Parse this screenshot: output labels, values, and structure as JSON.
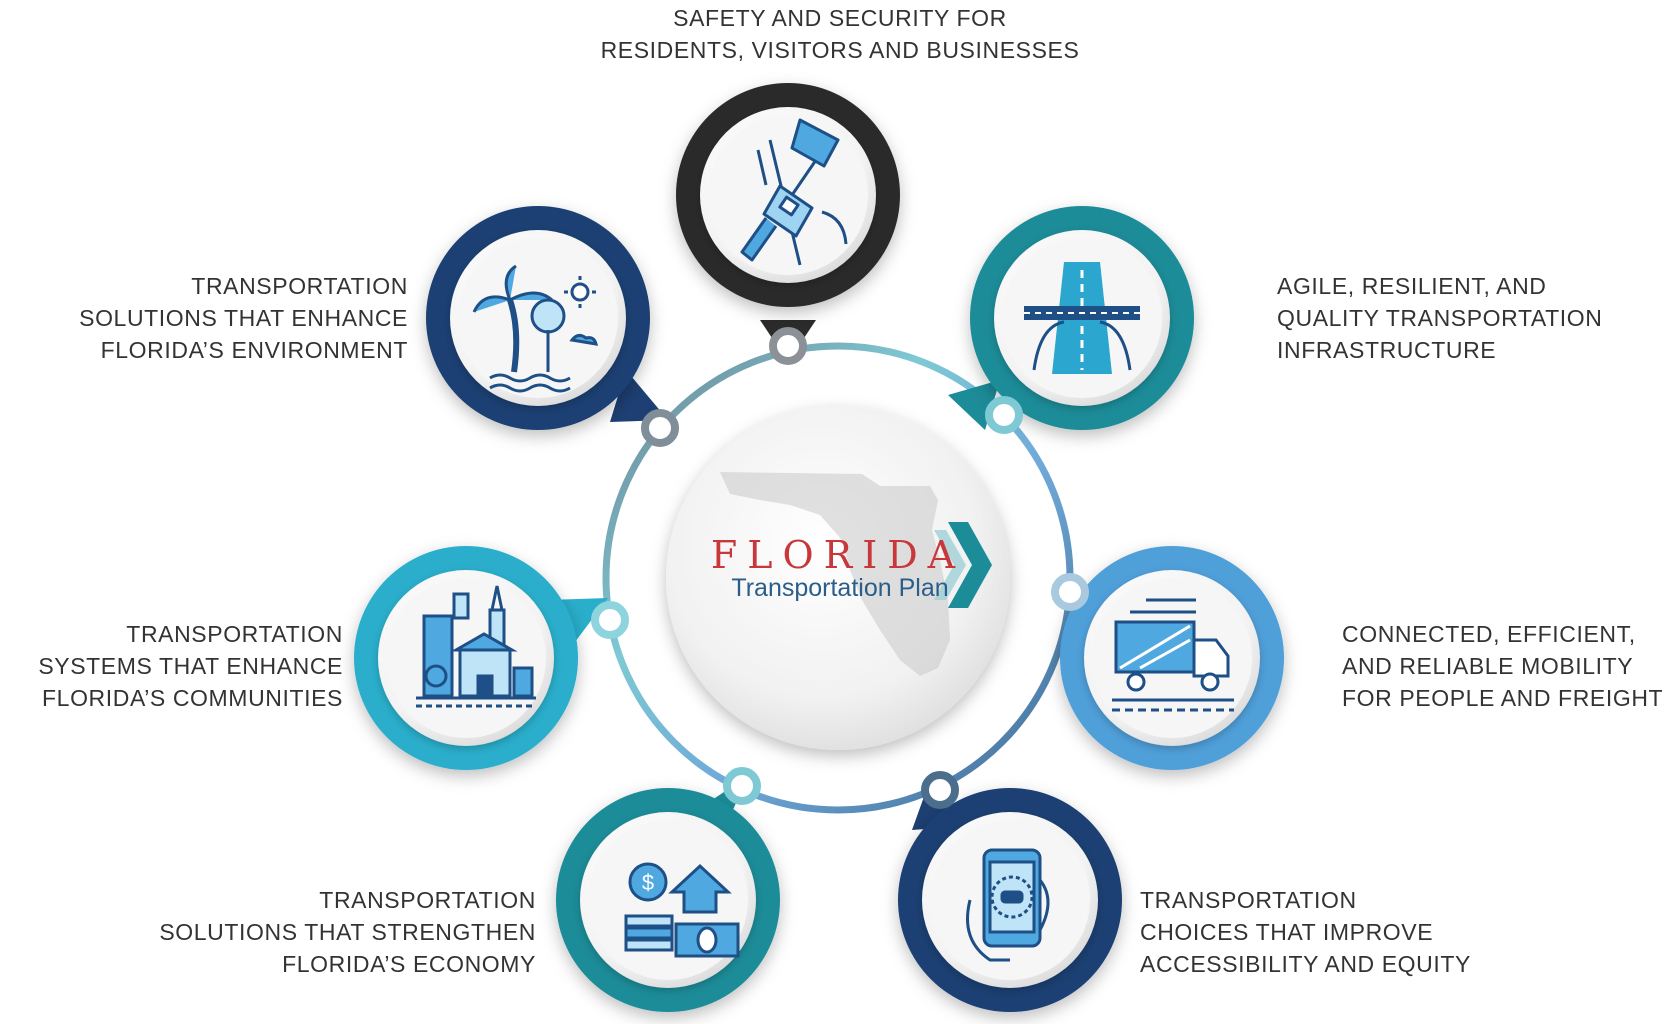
{
  "center": {
    "title": "FLORIDA",
    "subtitle": "Transportation Plan"
  },
  "colors": {
    "dark": "#2b2b2b",
    "teal": "#1c8c98",
    "navy": "#1d3f73",
    "sky": "#4f9fd9",
    "cyan": "#29aecb",
    "blue_icon": "#1e88c8",
    "text": "#333333"
  },
  "goals": [
    {
      "id": "safety",
      "icon": "seatbelt-icon",
      "lines": [
        "SAFETY AND SECURITY FOR",
        "RESIDENTS, VISITORS AND BUSINESSES"
      ]
    },
    {
      "id": "infrastructure",
      "icon": "highway-overpass-icon",
      "lines": [
        "AGILE, RESILIENT, AND",
        "QUALITY TRANSPORTATION",
        "INFRASTRUCTURE"
      ]
    },
    {
      "id": "mobility",
      "icon": "freight-truck-icon",
      "lines": [
        "CONNECTED, EFFICIENT,",
        "AND RELIABLE MOBILITY",
        "FOR PEOPLE AND FREIGHT"
      ]
    },
    {
      "id": "accessibility",
      "icon": "smartphone-ride-icon",
      "lines": [
        "TRANSPORTATION",
        "CHOICES THAT IMPROVE",
        "ACCESSIBILITY AND EQUITY"
      ]
    },
    {
      "id": "economy",
      "icon": "money-growth-icon",
      "lines": [
        "TRANSPORTATION",
        "SOLUTIONS THAT STRENGTHEN",
        "FLORIDA’S ECONOMY"
      ]
    },
    {
      "id": "communities",
      "icon": "city-buildings-icon",
      "lines": [
        "TRANSPORTATION",
        "SYSTEMS THAT ENHANCE",
        "FLORIDA’S COMMUNITIES"
      ]
    },
    {
      "id": "environment",
      "icon": "palm-tree-beach-icon",
      "lines": [
        "TRANSPORTATION",
        "SOLUTIONS THAT ENHANCE",
        "FLORIDA’S ENVIRONMENT"
      ]
    }
  ]
}
